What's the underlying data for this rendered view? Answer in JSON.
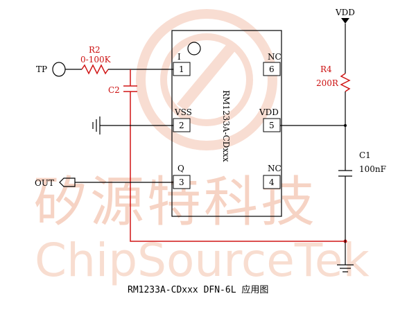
{
  "watermark": {
    "cn": "矽源特科技",
    "en": "ChipSourceTek"
  },
  "chip": {
    "name": "RM1233A-CDxxx",
    "pins": {
      "p1": {
        "num": "1",
        "name": "I"
      },
      "p2": {
        "num": "2",
        "name": "VSS"
      },
      "p3": {
        "num": "3",
        "name": "Q"
      },
      "p4": {
        "num": "4",
        "name": "NC"
      },
      "p5": {
        "num": "5",
        "name": "VDD"
      },
      "p6": {
        "num": "6",
        "name": "NC"
      }
    }
  },
  "components": {
    "r2": {
      "ref": "R2",
      "value": "0-100K"
    },
    "c2": {
      "ref": "C2"
    },
    "r4": {
      "ref": "R4",
      "value": "200R"
    },
    "c1": {
      "ref": "C1",
      "value": "100nF"
    }
  },
  "nets": {
    "tp": "TP",
    "out": "OUT",
    "vdd": "VDD"
  },
  "caption": "RM1233A-CDxxx DFN-6L 应用图",
  "colors": {
    "wire": "#000000",
    "red_wire": "#d01515",
    "watermark": "#f6d3c4"
  }
}
